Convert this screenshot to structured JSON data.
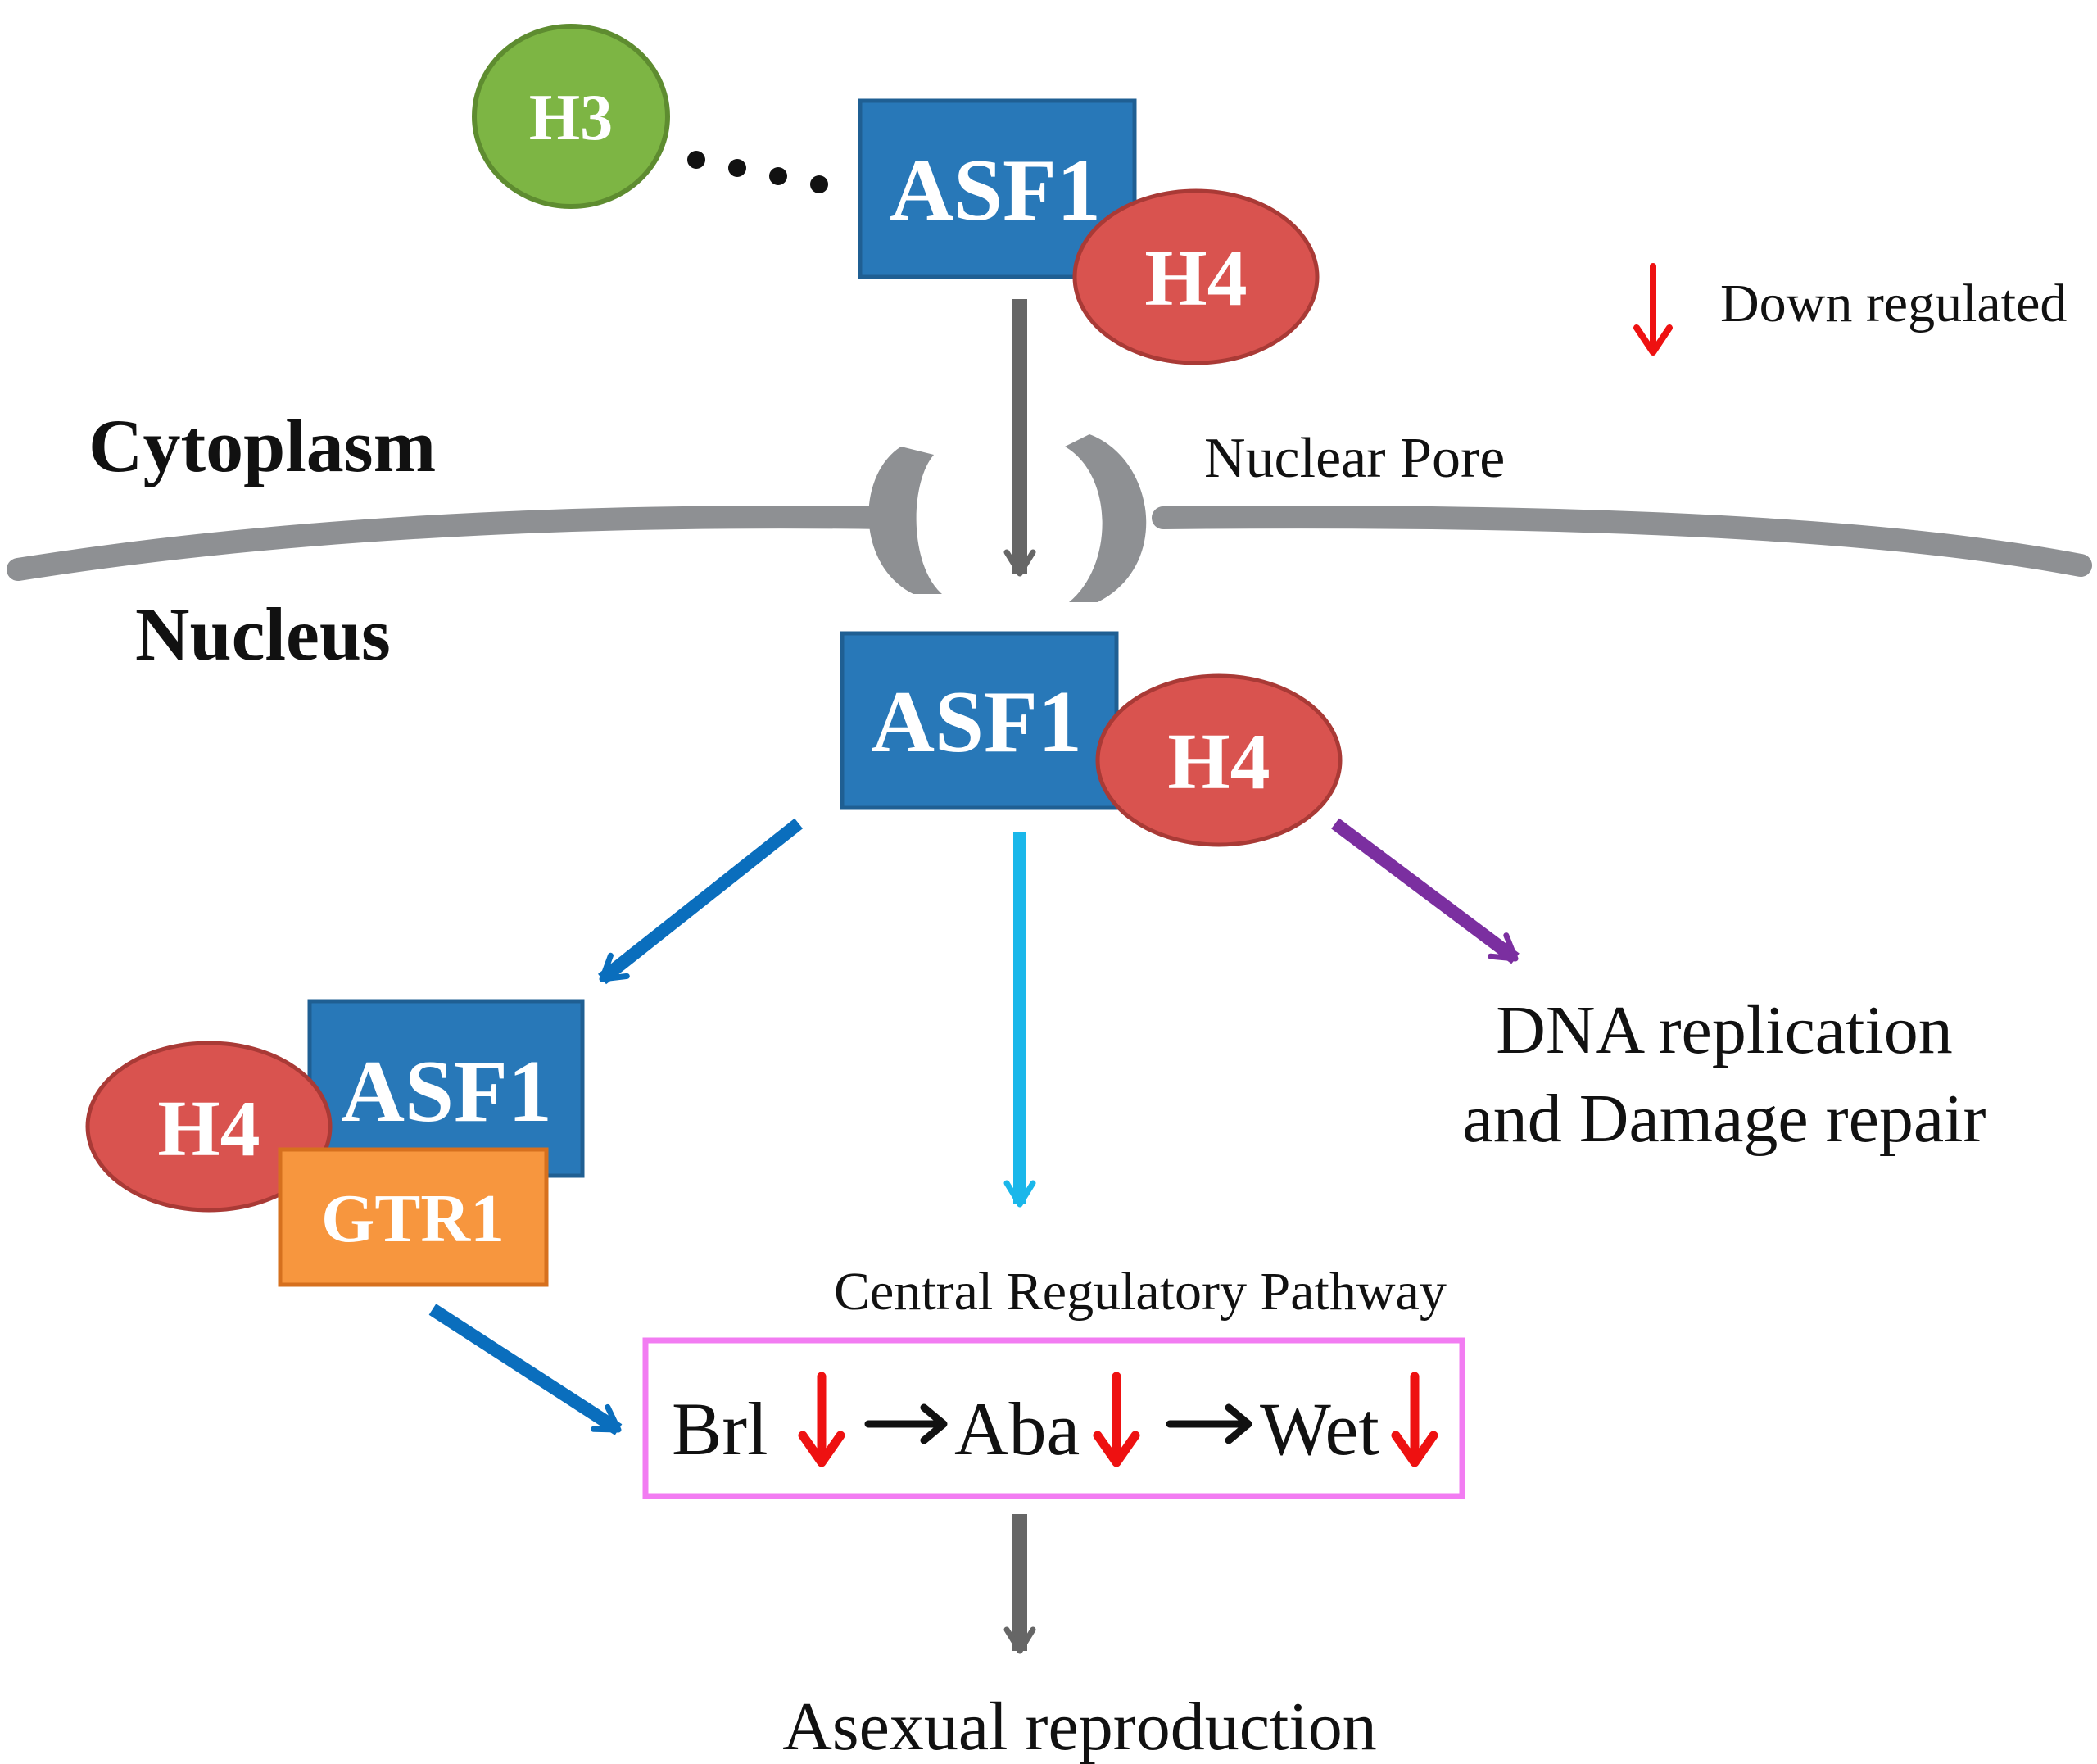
{
  "legend": {
    "down_label": "Down regulated"
  },
  "compartments": {
    "cytoplasm": "Cytoplasm",
    "nucleus": "Nucleus",
    "nuclear_pore": "Nuclear Pore"
  },
  "nodes": {
    "h3": "H3",
    "asf1_top": "ASF1",
    "h4_top": "H4",
    "asf1_mid": "ASF1",
    "h4_mid": "H4",
    "asf1_left": "ASF1",
    "h4_left": "H4",
    "gtr1": "GTR1"
  },
  "outcomes": {
    "dna_line1": "DNA replication",
    "dna_line2": "and Damage repair",
    "asexual": "Asexual reproduction"
  },
  "pathway": {
    "title": "Central Regulatory Pathway",
    "genes": [
      "Brl",
      "Aba",
      "Wet"
    ]
  },
  "colors": {
    "asf1_blue": "#2878B8",
    "h4_red": "#D9534F",
    "h3_green": "#7DB544",
    "gtr1_orange": "#F7963E",
    "membrane_gray": "#8E9093",
    "arrow_gray": "#666666",
    "arrow_blue": "#0A6EBD",
    "arrow_cyan": "#1AB7EA",
    "arrow_purple": "#7B2FA0",
    "down_red": "#EE1111",
    "pathway_box_border": "#F27CF2"
  }
}
